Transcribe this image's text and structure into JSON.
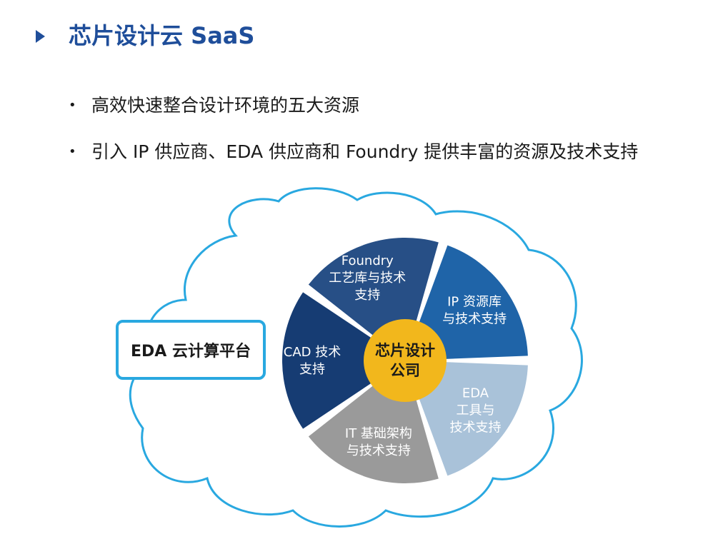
{
  "header": {
    "title": "芯片设计云 SaaS"
  },
  "bullets": [
    "高效快速整合设计环境的五大资源",
    "引入 IP 供应商、EDA 供应商和 Foundry 提供丰富的资源及技术支持"
  ],
  "diagram": {
    "platform_label": "EDA 云计算平台",
    "center": {
      "lines": [
        "芯片设计",
        "公司"
      ],
      "color": "#f2b71c"
    },
    "cloud_color": "#29a8e0",
    "segments": [
      {
        "lines": [
          "Foundry",
          "工艺库与技术",
          "支持"
        ],
        "color": "#274f86"
      },
      {
        "lines": [
          "IP 资源库",
          "与技术支持"
        ],
        "color": "#1f64a8"
      },
      {
        "lines": [
          "EDA",
          "工具与",
          "技术支持"
        ],
        "color": "#a9c2d9"
      },
      {
        "lines": [
          "IT 基础架构",
          "与技术支持"
        ],
        "color": "#9a9a9a"
      },
      {
        "lines": [
          "CAD 技术",
          "支持"
        ],
        "color": "#163c73"
      }
    ]
  }
}
